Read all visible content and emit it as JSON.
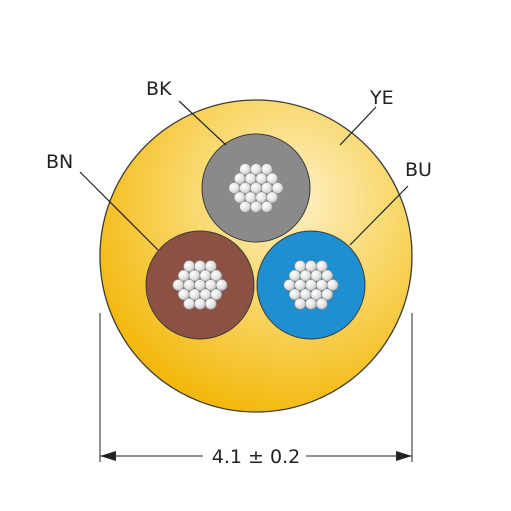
{
  "diagram": {
    "wires": [
      {
        "id": "bk",
        "label": "BK",
        "color": "#8a8a8a"
      },
      {
        "id": "bn",
        "label": "BN",
        "color": "#8b5244"
      },
      {
        "id": "bu",
        "label": "BU",
        "color": "#1f8fd1"
      }
    ],
    "jacket": {
      "label": "YE",
      "color": "#f5b800"
    },
    "dimension": "4.1 ± 0.2"
  }
}
